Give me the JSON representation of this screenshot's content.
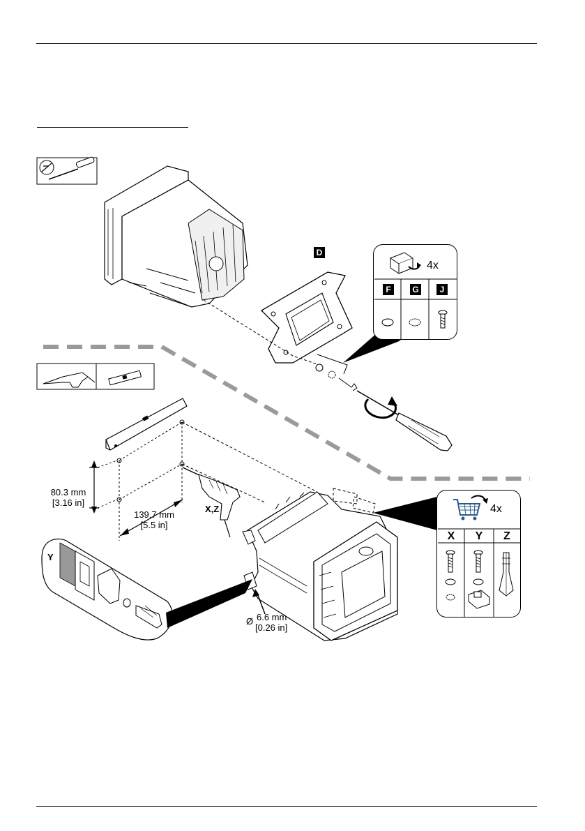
{
  "page": {
    "tool_box_1": {
      "icons": [
        "drill-icon",
        "screwdriver-icon"
      ]
    },
    "tool_box_2": {
      "icons": [
        "drill-icon",
        "spirit-level-icon"
      ]
    }
  },
  "labels": {
    "bracket_tag": "D",
    "hardware_qty_top": "4x",
    "hardware_cols_top": [
      "F",
      "G",
      "J"
    ],
    "hardware_qty_bottom": "4x",
    "hardware_cols_bottom": [
      "X",
      "Y",
      "Z"
    ],
    "dim_vertical_mm": "80.3 mm",
    "dim_vertical_in": "[3.16 in]",
    "dim_horizontal_mm": "139.7 mm",
    "dim_horizontal_in": "[5.5 in]",
    "drill_label": "X,Z",
    "hole_diameter_symbol": "Ø",
    "hole_diameter_mm": "6.6 mm",
    "hole_diameter_in": "[0.26 in]",
    "detail_label": "Y"
  }
}
